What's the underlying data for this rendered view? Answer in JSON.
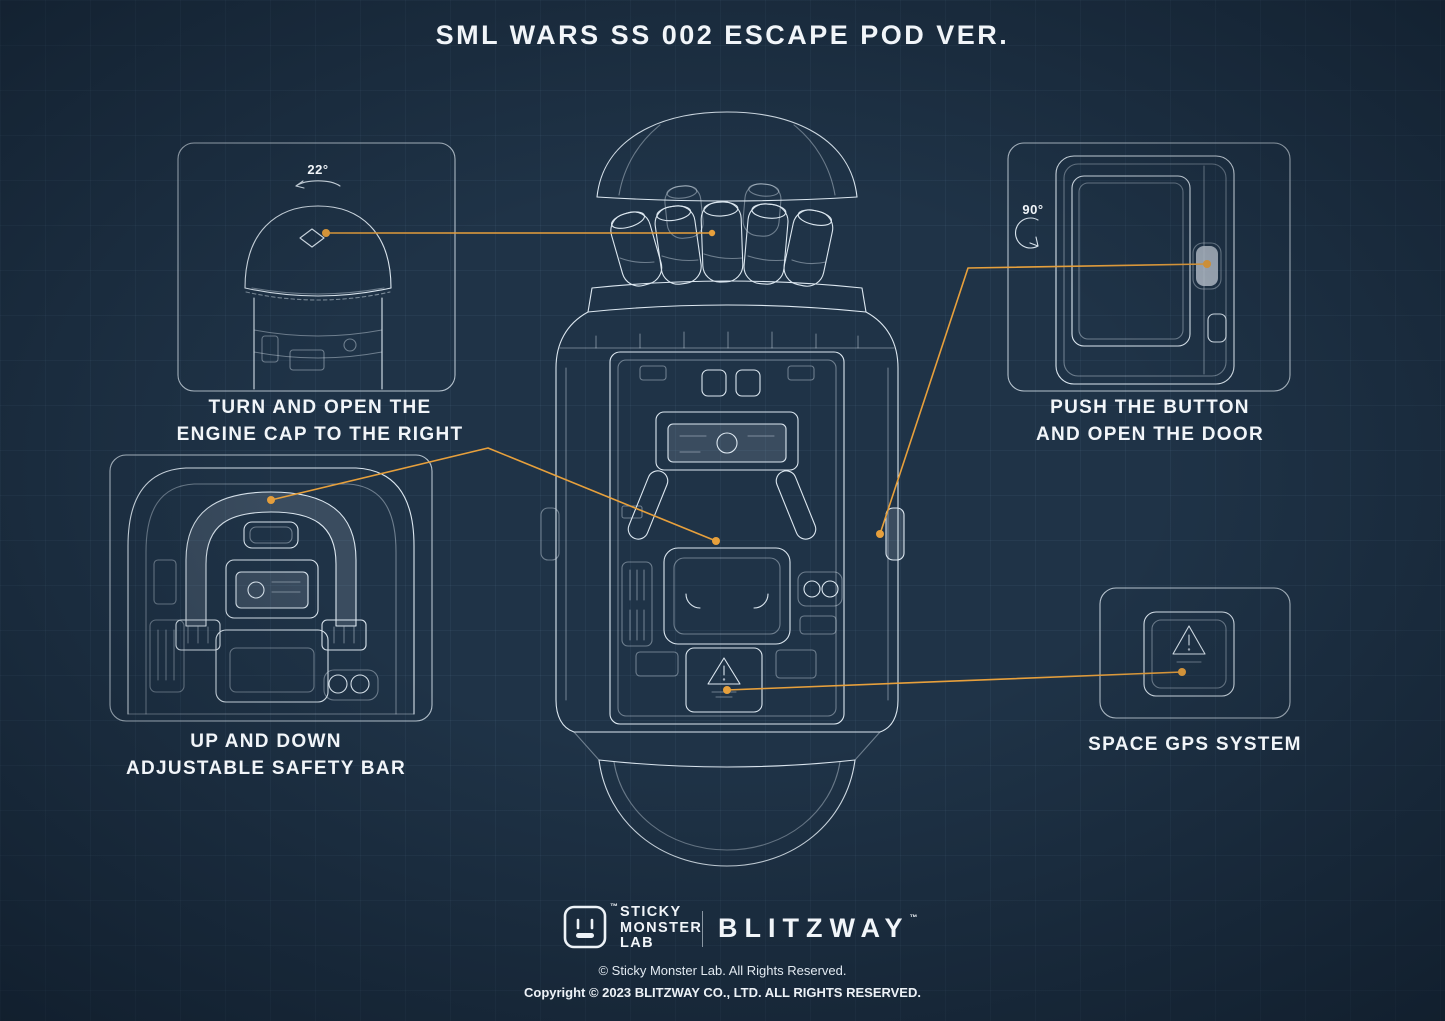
{
  "title": "SML WARS SS 002 ESCAPE POD VER.",
  "colors": {
    "accent": "#E7A03C",
    "line": "#DCE7F0",
    "bg_center": "#1F3347",
    "bg_edge": "#0E1B28"
  },
  "callouts": {
    "engine_cap": {
      "angle_label": "22°",
      "caption_line1": "TURN AND OPEN THE",
      "caption_line2": "ENGINE CAP TO THE RIGHT"
    },
    "door": {
      "angle_label": "90°",
      "caption_line1": "PUSH THE BUTTON",
      "caption_line2": "AND OPEN THE DOOR"
    },
    "safety_bar": {
      "caption_line1": "UP AND DOWN",
      "caption_line2": "ADJUSTABLE SAFETY BAR"
    },
    "gps": {
      "caption": "SPACE GPS SYSTEM"
    }
  },
  "footer": {
    "sml_wordmark": [
      "STICKY",
      "MONSTER",
      "LAB"
    ],
    "sml_trademark": "™",
    "blitzway_wordmark": "BLITZWAY",
    "blitzway_trademark": "™",
    "copyright_sml": "© Sticky Monster Lab. All Rights Reserved.",
    "copyright_blitzway": "Copyright © 2023 BLITZWAY CO., LTD. ALL RIGHTS RESERVED."
  }
}
